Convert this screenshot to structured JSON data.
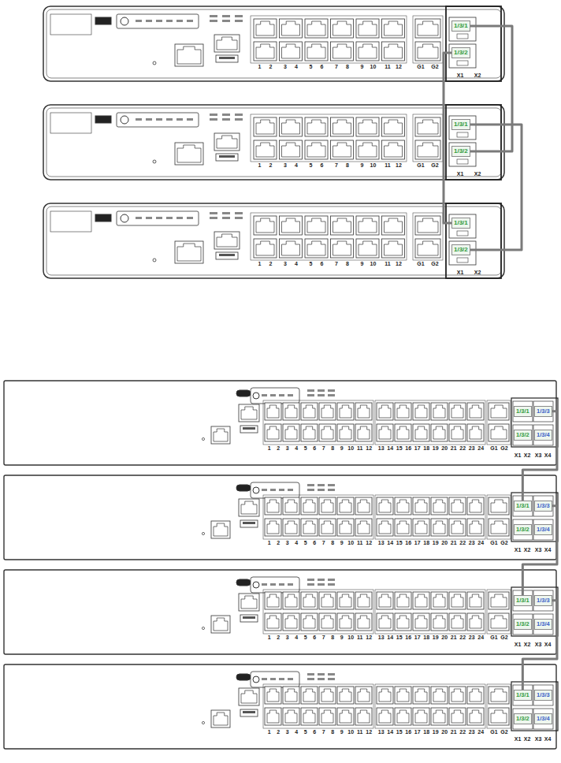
{
  "diagram": {
    "nodes": [
      {
        "text": [
          "1/3/1"
        ]
      },
      {
        "text": [
          "1/3/2"
        ]
      },
      {
        "text": [
          "1/3/1"
        ]
      },
      {
        "text": [
          "1/3/2"
        ]
      },
      {
        "text": [
          "1/3/1"
        ]
      },
      {
        "text": [
          "1/3/2"
        ]
      },
      {
        "text": [
          "1/3/1"
        ]
      },
      {
        "text": [
          "1/3/2"
        ]
      },
      {
        "text": [
          "1/3/3"
        ]
      },
      {
        "text": [
          "1/3/4"
        ]
      },
      {
        "text": [
          "1/3/1"
        ]
      },
      {
        "text": [
          "1/3/2"
        ]
      },
      {
        "text": [
          "1/3/3"
        ]
      },
      {
        "text": [
          "1/3/4"
        ]
      },
      {
        "text": [
          "1/3/1"
        ]
      },
      {
        "text": [
          "1/3/2"
        ]
      },
      {
        "text": [
          "1/3/3"
        ]
      },
      {
        "text": [
          "1/3/4"
        ]
      },
      {
        "text": [
          "1/3/1"
        ]
      },
      {
        "text": [
          "1/3/2"
        ]
      },
      {
        "text": [
          "1/3/3"
        ]
      },
      {
        "text": [
          "1/3/4"
        ]
      }
    ],
    "edges": [
      {
        "from": 0,
        "to": 3,
        "arrow": "none"
      },
      {
        "from": 2,
        "to": 5,
        "arrow": "none"
      },
      {
        "from": 4,
        "to": 1,
        "arrow": "none"
      },
      {
        "from": 8,
        "to": 10,
        "arrow": "none"
      },
      {
        "from": 12,
        "to": 14,
        "arrow": "none"
      },
      {
        "from": 16,
        "to": 18,
        "arrow": "none"
      }
    ],
    "labels": [
      "1",
      "2",
      "3",
      "4",
      "5",
      "6",
      "7",
      "8",
      "9",
      "10",
      "11",
      "12",
      "G1",
      "G2",
      "X1",
      "X2",
      "1",
      "2",
      "3",
      "4",
      "5",
      "6",
      "7",
      "8",
      "9",
      "10",
      "11",
      "12",
      "G1",
      "G2",
      "X1",
      "X2",
      "1",
      "2",
      "3",
      "4",
      "5",
      "6",
      "7",
      "8",
      "9",
      "10",
      "11",
      "12",
      "G1",
      "G2",
      "X1",
      "X2",
      "1",
      "2",
      "3",
      "4",
      "5",
      "6",
      "7",
      "8",
      "9",
      "10",
      "11",
      "12",
      "13",
      "14",
      "15",
      "16",
      "17",
      "18",
      "19",
      "20",
      "21",
      "22",
      "23",
      "24",
      "G1",
      "G2",
      "X1",
      "X2",
      "X3",
      "X4",
      "1",
      "2",
      "3",
      "4",
      "5",
      "6",
      "7",
      "8",
      "9",
      "10",
      "11",
      "12",
      "13",
      "14",
      "15",
      "16",
      "17",
      "18",
      "19",
      "20",
      "21",
      "22",
      "23",
      "24",
      "G1",
      "G2",
      "X1",
      "X2",
      "X3",
      "X4",
      "1",
      "2",
      "3",
      "4",
      "5",
      "6",
      "7",
      "8",
      "9",
      "10",
      "11",
      "12",
      "13",
      "14",
      "15",
      "16",
      "17",
      "18",
      "19",
      "20",
      "21",
      "22",
      "23",
      "24",
      "G1",
      "G2",
      "X1",
      "X2",
      "X3",
      "X4",
      "1",
      "2",
      "3",
      "4",
      "5",
      "6",
      "7",
      "8",
      "9",
      "10",
      "11",
      "12",
      "13",
      "14",
      "15",
      "16",
      "17",
      "18",
      "19",
      "20",
      "21",
      "22",
      "23",
      "24",
      "G1",
      "G2",
      "X1",
      "X2",
      "X3",
      "X4"
    ]
  }
}
